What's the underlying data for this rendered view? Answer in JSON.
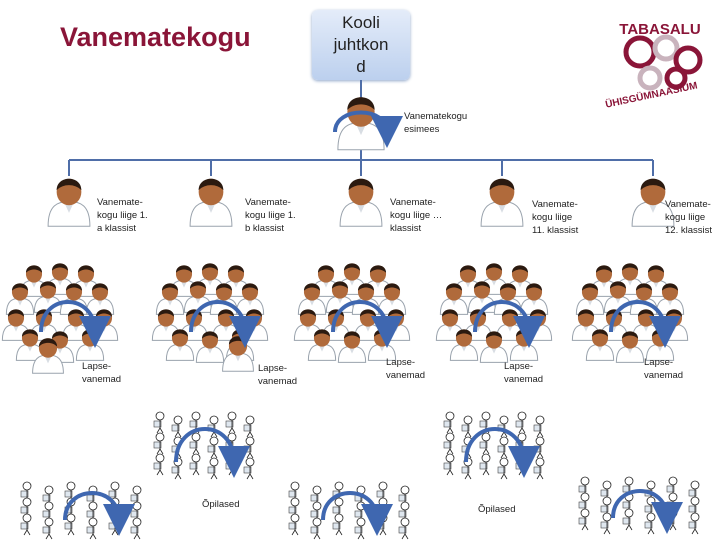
{
  "page_title": "Vanematekogu",
  "head_box": [
    "Kooli",
    "juhtkon",
    "d"
  ],
  "chair_label": [
    "Vanematekogu",
    "esimees"
  ],
  "member_labels": [
    [
      "Vanemate-",
      "kogu liige 1.",
      "a klassist"
    ],
    [
      "Vanemate-",
      "kogu liige 1.",
      "b klassist"
    ],
    [
      "Vanemate-",
      "kogu liige …",
      "klassist"
    ],
    [
      "Vanemate-",
      "kogu liige",
      "11. klassist"
    ],
    [
      "Vanemate-",
      "kogu liige",
      "12. klassist"
    ]
  ],
  "parents_labels": [
    [
      "Lapse-",
      "vanemad"
    ],
    [
      "Lapse-",
      "vanemad"
    ],
    [
      "Lapse-",
      "vanemad"
    ],
    [
      "Lapse-",
      "vanemad"
    ],
    [
      "Lapse-",
      "vanemad"
    ]
  ],
  "students_labels": [
    "Õpilased",
    "Õpilased"
  ],
  "logo": {
    "top_text": "TABASALU",
    "bottom_text": "ÜHISGÜMNAASIUM",
    "colors": [
      "#8a1538",
      "#c9b3bd"
    ]
  },
  "colors": {
    "title": "#8a1538",
    "connector": "#4f6ea8",
    "arrow": "#3f67b0",
    "shirt": "#ffffff",
    "skin": "#b06a3b"
  }
}
